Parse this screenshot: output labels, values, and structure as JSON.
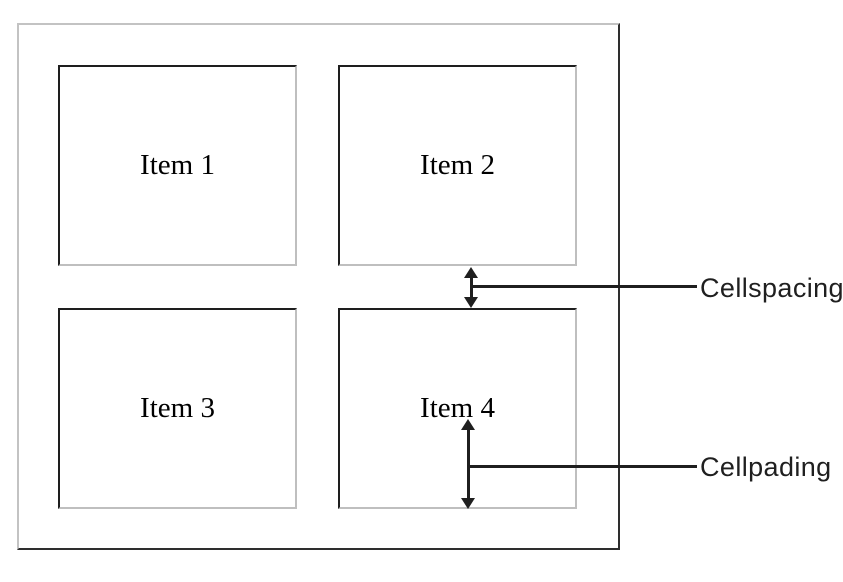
{
  "diagram": {
    "cells": [
      {
        "label": "Item 1"
      },
      {
        "label": "Item 2"
      },
      {
        "label": "Item 3"
      },
      {
        "label": "Item 4"
      }
    ],
    "annotations": {
      "cellspacing": {
        "label": "Cellspacing"
      },
      "cellpadding": {
        "label": "Cellpading"
      }
    },
    "colors": {
      "background": "#ffffff",
      "outer_border_light": "#c3c3c3",
      "outer_border_dark": "#2e2e2e",
      "cell_border_dark": "#1e1e1e",
      "cell_border_light": "#bfbfbf",
      "arrow_line": "#1f1f1f",
      "item_text": "#000000",
      "annotation_text": "#1f1f1f"
    }
  }
}
